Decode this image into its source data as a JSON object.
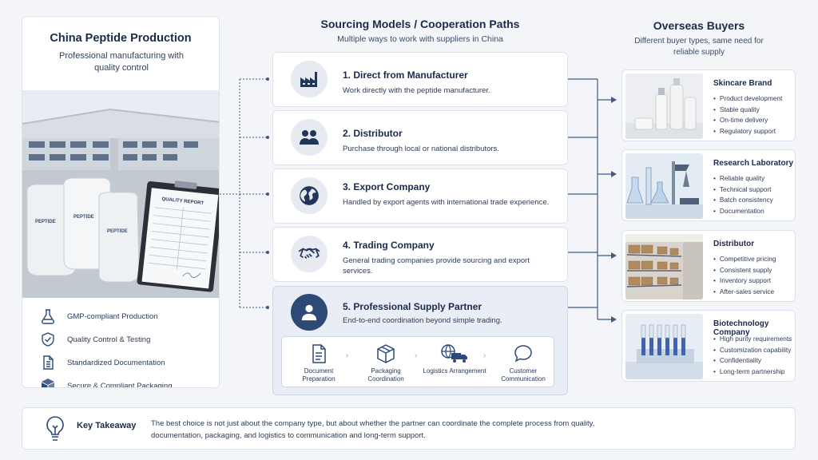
{
  "left": {
    "title": "China Peptide Production",
    "subtitle": "Professional manufacturing with quality control",
    "photo": {
      "bag_labels": [
        "PEPTIDE",
        "PEPTIDE",
        "PEPTIDE"
      ],
      "report_title": "QUALITY REPORT"
    },
    "features": [
      {
        "icon": "flask-icon",
        "label": "GMP-compliant Production"
      },
      {
        "icon": "shield-check-icon",
        "label": "Quality Control & Testing"
      },
      {
        "icon": "document-icon",
        "label": "Standardized Documentation"
      },
      {
        "icon": "box-icon",
        "label": "Secure & Compliant Packaging"
      }
    ]
  },
  "center": {
    "title": "Sourcing Models / Cooperation Paths",
    "subtitle": "Multiple ways to work with suppliers in China",
    "models": [
      {
        "icon": "factory-icon",
        "title": "1. Direct from Manufacturer",
        "desc": "Work directly with the peptide manufacturer."
      },
      {
        "icon": "people-icon",
        "title": "2. Distributor",
        "desc": "Purchase through local or national distributors."
      },
      {
        "icon": "globe-icon",
        "title": "3. Export Company",
        "desc": "Handled by export agents with international trade experience."
      },
      {
        "icon": "handshake-icon",
        "title": "4. Trading Company",
        "desc": "General trading companies provide sourcing and export services."
      },
      {
        "icon": "user-icon",
        "title": "5. Professional Supply Partner",
        "desc": "End-to-end coordination beyond simple trading."
      }
    ],
    "steps": [
      {
        "icon": "document-icon",
        "label": "Document Preparation"
      },
      {
        "icon": "package-icon",
        "label": "Packaging Coordination"
      },
      {
        "icon": "truck-globe-icon",
        "label": "Logistics Arrangement"
      },
      {
        "icon": "chat-icon",
        "label": "Customer Communication"
      }
    ]
  },
  "right": {
    "title": "Overseas Buyers",
    "subtitle": "Different buyer types, same need for reliable supply",
    "buyers": [
      {
        "title": "Skincare Brand",
        "items": [
          "Product development",
          "Stable quality",
          "On-time delivery",
          "Regulatory support"
        ]
      },
      {
        "title": "Research Laboratory",
        "items": [
          "Reliable quality",
          "Technical support",
          "Batch consistency",
          "Documentation"
        ]
      },
      {
        "title": "Distributor",
        "items": [
          "Competitive pricing",
          "Consistent supply",
          "Inventory support",
          "After-sales service"
        ]
      },
      {
        "title": "Biotechnology Company",
        "items": [
          "High purity requirements",
          "Customization capability",
          "Confidentiality",
          "Long-term partnership"
        ]
      }
    ]
  },
  "takeaway": {
    "label": "Key Takeaway",
    "text": "The best choice is not just about the company type, but about whether the partner can coordinate the complete process from quality, documentation, packaging, and logistics to communication and long-term support."
  },
  "colors": {
    "navy": "#1c2a4a",
    "accent": "#2d4a76",
    "connector": "#3d5a88",
    "card_highlight": "#e9eef6"
  }
}
